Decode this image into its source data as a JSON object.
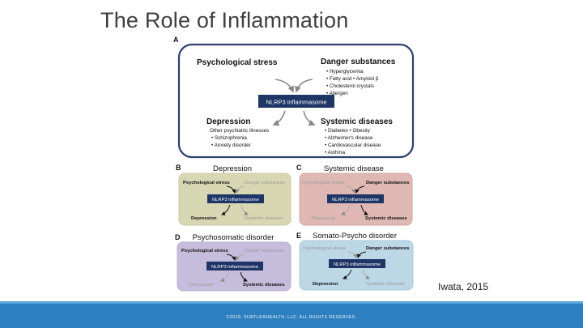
{
  "slide": {
    "title": "The Role of Inflammation",
    "citation": "Iwata, 2015",
    "footer": "©2018. SUBTLE®HEALTH, LLC. ALL RIGHTS RESERVED."
  },
  "panel_a": {
    "letter": "A",
    "stress": "Psychological stress",
    "danger_title": "Danger substances",
    "danger_items": [
      "• Hyperglycemia",
      "• Fatty acid   • Amyloid β",
      "• Cholesterol crystals",
      "• Allergen"
    ],
    "center": "NLRP3 inflammasome",
    "depression_title": "Depression",
    "depression_items": [
      "Other psychiatric illnesses",
      "• Schizophrenia",
      "• Anxiety disorder"
    ],
    "systemic_title": "Systemic diseases",
    "systemic_items": [
      "• Diabetes • Obesity",
      "• Alzheimer's disease",
      "• Cardiovascular disease",
      "• Asthma"
    ]
  },
  "panels": [
    {
      "letter": "B",
      "title": "Depression",
      "fill": "#d8d7b4",
      "top_left": "Psychological stress",
      "top_right": "Danger substances",
      "center": "NLRP3 inflammasome",
      "bottom_left": "Depression",
      "bottom_right": "Systemic diseases"
    },
    {
      "letter": "C",
      "title": "Systemic disease",
      "fill": "#dfb8b3",
      "top_left": "Psychological stress",
      "top_right": "Danger substances",
      "center": "NLRP3 inflammasome",
      "bottom_left": "Depression",
      "bottom_right": "Systemic diseases"
    },
    {
      "letter": "D",
      "title": "Psychosomatic disorder",
      "fill": "#c6bddc",
      "top_left": "Psychological stress",
      "top_right": "Danger substances",
      "center": "NLRP3 inflammasome",
      "bottom_left": "Depression",
      "bottom_right": "Systemic diseases"
    },
    {
      "letter": "E",
      "title": "Somato-Psycho disorder",
      "fill": "#bcd7e6",
      "top_left": "Psychological stress",
      "top_right": "Danger substances",
      "center": "NLRP3 inflammasome",
      "bottom_left": "Depression",
      "bottom_right": "Systemic diseases"
    }
  ],
  "colors": {
    "active": "#111111",
    "muted": "#9a9a9a",
    "center_box": "#1f3566",
    "border": "#2f3f6f"
  }
}
